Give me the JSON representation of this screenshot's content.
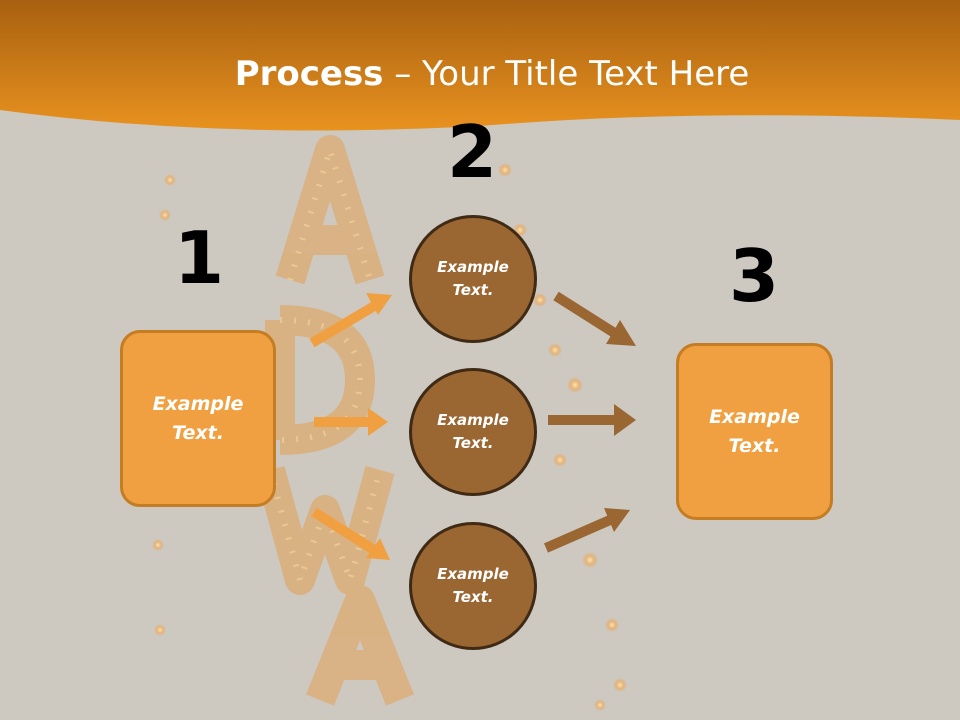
{
  "slide": {
    "title_bold": "Process",
    "title_rest": " – Your Title Text Here"
  },
  "colors": {
    "title_bar": "#e08a20",
    "background": "#cdc8c0",
    "box_fill": "#f0a040",
    "circle_fill": "#9a6632",
    "left_arrow": "#f0a040",
    "right_arrow": "#9a6632"
  },
  "steps": [
    {
      "number": "1"
    },
    {
      "number": "2"
    },
    {
      "number": "3"
    }
  ],
  "source_box": {
    "label": "Example Text."
  },
  "middle_circles": [
    {
      "label": "Example Text."
    },
    {
      "label": "Example Text."
    },
    {
      "label": "Example Text."
    }
  ],
  "target_box": {
    "label": "Example Text."
  }
}
